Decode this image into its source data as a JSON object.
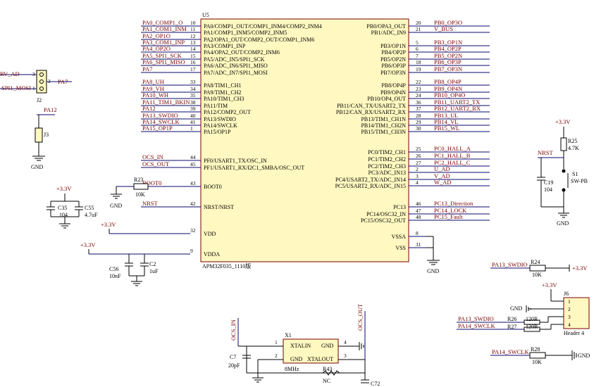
{
  "ic": {
    "ref": "U5",
    "part": "APM32F035_1110版",
    "left_pins": [
      {
        "num": "10",
        "pin": "PA0/COMP1_OUT/COMP1_INM4/COMP2_INM4",
        "net": "PA0_COMP1_O"
      },
      {
        "num": "11",
        "pin": "PA1/COMP1_INM5/COMP2_INM5",
        "net": "PA1_COM1_INM"
      },
      {
        "num": "12",
        "pin": "PA2/OPA1_OUT/COMP2_OUT/COMP1_INM6",
        "net": "PA2_OP1O"
      },
      {
        "num": "13",
        "pin": "PA3/COMP1_INP",
        "net": "PA3_COM1_INP"
      },
      {
        "num": "14",
        "pin": "PA4/OPA2_OUT/COMP2_INM6",
        "net": "PA4_OP2O"
      },
      {
        "num": "15",
        "pin": "PA5/ADC_IN5/SPI1_SCK",
        "net": "PA5_SPI1_SCK"
      },
      {
        "num": "16",
        "pin": "PA6/ADC_IN6/SPI1_MISO",
        "net": "PA6_SPI1_MISO"
      },
      {
        "num": "17",
        "pin": "PA7/ADC_IN7/SPI1_MOSI",
        "net": "PA7"
      },
      {
        "num": "33",
        "pin": "PA8/TIM1_CH1",
        "net": "PA8_UH"
      },
      {
        "num": "34",
        "pin": "PA9/TIM1_CH2",
        "net": "PA9_VH"
      },
      {
        "num": "35",
        "pin": "PA10/TIM1_CH3",
        "net": "PA10_WH"
      },
      {
        "num": "38",
        "pin": "PA11/TIM",
        "net": "PA11_TIM1_BKIN"
      },
      {
        "num": "39",
        "pin": "PA12/COMP2_OUT",
        "net": "PA12"
      },
      {
        "num": "40",
        "pin": "PA13/SWDIO",
        "net": "PA13_SWDIO"
      },
      {
        "num": "41",
        "pin": "PA14/SWCLK",
        "net": "PA14_SWCLK"
      },
      {
        "num": "1",
        "pin": "PA15/OP1P",
        "net": "PA15_OP1P"
      },
      {
        "num": "44",
        "pin": "PF0/USART1_TX/OSC_IN",
        "net": "OCS_IN"
      },
      {
        "num": "45",
        "pin": "PF1/USART1_RX/I2C1_SMBA/OSC_OUT",
        "net": "OCS_OUT"
      },
      {
        "num": "43",
        "pin": "BOOT0",
        "net": "BOOT0"
      },
      {
        "num": "42",
        "pin": "NRST/NRST",
        "net": "NRST"
      },
      {
        "num": "32",
        "pin": "VDD",
        "net": ""
      },
      {
        "num": "9",
        "pin": "VDDA",
        "net": ""
      }
    ],
    "right_pins": [
      {
        "num": "20",
        "pin": "PB0/OPA3_OUT",
        "net": "PB0_OP3O"
      },
      {
        "num": "21",
        "pin": "PB1/ADC_IN9",
        "net": "V_BUS"
      },
      {
        "num": "5",
        "pin": "PB3/OP1N",
        "net": "PB3_OP1N"
      },
      {
        "num": "6",
        "pin": "PB4/OP2P",
        "net": "PB4_OP2P"
      },
      {
        "num": "7",
        "pin": "PB5/OP2N",
        "net": "PB5_OP2N"
      },
      {
        "num": "18",
        "pin": "PB6/OP3P",
        "net": "PB6_OP3P"
      },
      {
        "num": "19",
        "pin": "PB7/OP3N",
        "net": "PB7_OP3N"
      },
      {
        "num": "22",
        "pin": "PB8/OP4P",
        "net": "PB8_OP4P"
      },
      {
        "num": "23",
        "pin": "PB9/OP4N",
        "net": "PB9_OP4N"
      },
      {
        "num": "24",
        "pin": "PB10/OP4_OUT",
        "net": "PB10_OP4O"
      },
      {
        "num": "36",
        "pin": "PB11/CAN_TX/USART2_TX",
        "net": "PB11_UART2_TX"
      },
      {
        "num": "37",
        "pin": "PB12/CAN_RX/USART2_RX",
        "net": "PB12_UART2_RX"
      },
      {
        "num": "28",
        "pin": "PB13/TIM1_CH1N",
        "net": "PB13_UL"
      },
      {
        "num": "29",
        "pin": "PB14/TIM1_CH2N",
        "net": "PB14_VL"
      },
      {
        "num": "30",
        "pin": "PB15/TIM1_CH3N",
        "net": "PB15_WL"
      },
      {
        "num": "25",
        "pin": "PC0/TIM2_CH1",
        "net": "PC0_HALL_A"
      },
      {
        "num": "26",
        "pin": "PC1/TIM2_CH2",
        "net": "PC1_HALL_B"
      },
      {
        "num": "27",
        "pin": "PC2/TIM2_CH3",
        "net": "PC2_HALL_C"
      },
      {
        "num": "2",
        "pin": "PC3/ADC_IN13",
        "net": "U_AD"
      },
      {
        "num": "3",
        "pin": "PC4/USART2_TX/ADC_IN14",
        "net": "V_AD"
      },
      {
        "num": "4",
        "pin": "PC5/USART2_RX/ADC_IN15",
        "net": "W_AD"
      },
      {
        "num": "46",
        "pin": "PC13",
        "net": "PC13_Direction"
      },
      {
        "num": "47",
        "pin": "PC14/OSC32_IN",
        "net": "PC14_LOCK"
      },
      {
        "num": "48",
        "pin": "PC15/OSC32_OUT",
        "net": "PC15_Fault"
      },
      {
        "num": "8",
        "pin": "VSSA",
        "net": ""
      },
      {
        "num": "31",
        "pin": "VSS",
        "net": ""
      }
    ]
  },
  "power": {
    "v33": "+3.3V",
    "gnd": "GND"
  },
  "j2": {
    "ref": "J2",
    "pin3_net": "RV_AD",
    "pin1_net": "SPI1_MOSI",
    "pin2_net": "PA7",
    "n1": "1",
    "n2": "2",
    "n3": "3"
  },
  "j3": {
    "ref": "J3",
    "net": "PA12"
  },
  "caps_vdd": {
    "c35_ref": "C35",
    "c35_val": "104",
    "c55_ref": "C55",
    "c55_val": "4.7uF"
  },
  "caps_vdda": {
    "c56_ref": "C56",
    "c56_val": "10nF",
    "c2_ref": "C2",
    "c2_val": "1uF"
  },
  "r23": {
    "ref": "R23",
    "val": "10K"
  },
  "reset": {
    "r25_ref": "R25",
    "r25_val": "4.7K",
    "c19_ref": "C19",
    "c19_val": "104",
    "s1_ref": "S1",
    "s1_val": "SW-PB",
    "net": "NRST"
  },
  "r24": {
    "ref": "R24",
    "val": "10K",
    "net": "PA13_SWDIO"
  },
  "j6": {
    "ref": "J6",
    "val": "Header 4",
    "pins": [
      "1",
      "2",
      "3",
      "4"
    ],
    "r26_ref": "R26",
    "r26_val": "120R",
    "r27_ref": "R27",
    "r27_val": "120R",
    "net3": "PA13_SWDIO",
    "net4": "PA14_SWCLK"
  },
  "r28": {
    "ref": "R28",
    "val": "10K",
    "net": "PA14_SWCLK"
  },
  "xtal": {
    "ref": "X1",
    "freq": "8MHz",
    "xin": "XTALIN",
    "xout": "XTALOUT",
    "gnd": "GND",
    "p1": "1",
    "p2": "2",
    "p3": "3",
    "p4": "4",
    "c7_ref": "C7",
    "c7_val": "20pF",
    "c72_ref": "C72",
    "r43_ref": "R43",
    "r43_val": "NC",
    "net_in": "OCS_IN",
    "net_out": "OCS_OUT"
  }
}
